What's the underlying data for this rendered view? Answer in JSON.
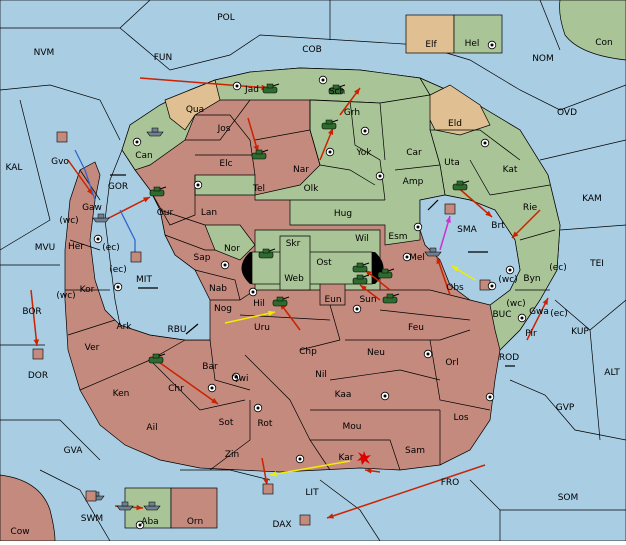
{
  "colors": {
    "sea": "#a9cde3",
    "neutral": "#cf9f80",
    "red_power": "#c48a7e",
    "green_power": "#a9c496",
    "tan_power": "#e0bf92",
    "neutral_land": "#c2c2c2",
    "unit_fill": "#708090",
    "red_move": "#cc2200",
    "yellow_move": "#eeee00",
    "blue_support": "#3366cc",
    "magenta_move": "#cc33cc"
  },
  "sea_labels": {
    "POL": "POL",
    "NVM": "NVM",
    "FUN": "FUN",
    "COB": "COB",
    "NOM": "NOM",
    "Con": "Con",
    "OVD": "OVD",
    "KAL": "KAL",
    "KAM": "KAM",
    "MVU": "MVU",
    "TEI": "TEI",
    "BOR": "BOR",
    "KUP": "KUP",
    "ALT": "ALT",
    "GVP": "GVP",
    "GVA": "GVA",
    "FRO": "FRO",
    "SOM": "SOM",
    "SWM": "SWM",
    "LIT": "LIT",
    "DAX": "DAX",
    "Cow": "Cow",
    "MIT": "MIT",
    "RBU": "RBU",
    "SMA": "SMA",
    "BUC": "BUC",
    "ROD": "ROD",
    "GOR": "GOR",
    "DOR": "DOR",
    "wc1": "(wc)",
    "ec1": "(ec)",
    "wc2": "(wc)",
    "ec2": "(ec)",
    "wc3": "(wc)",
    "wc4": "(wc)",
    "ec3": "(ec)",
    "ec4": "(ec)"
  },
  "land_labels": {
    "Elf": "Elf",
    "Hel": "Hel",
    "Jad": "Jad",
    "Sch": "Sch",
    "Qua": "Qua",
    "Jos": "Jos",
    "Grh": "Grh",
    "Eld": "Eld",
    "Can": "Can",
    "Elc": "Elc",
    "Nar": "Nar",
    "Yok": "Yok",
    "Car": "Car",
    "Uta": "Uta",
    "Kat": "Kat",
    "Gvo": "Gvo",
    "Gaw": "Gaw",
    "Tel": "Tel",
    "Olk": "Olk",
    "Amp": "Amp",
    "Rie": "Rie",
    "Brt": "Brt",
    "Gur": "Gur",
    "Lan": "Lan",
    "Hug": "Hug",
    "Her": "Her",
    "Nor": "Nor",
    "Skr": "Skr",
    "Wil": "Wil",
    "Esm": "Esm",
    "Sap": "Sap",
    "Ost": "Ost",
    "Web": "Web",
    "Mel": "Mel",
    "Byn": "Byn",
    "Kor": "Kor",
    "Nab": "Nab",
    "Eun": "Eun",
    "Sun": "Sun",
    "Obs": "Obs",
    "Gwa": "Gwa",
    "Nog": "Nog",
    "Hil": "Hil",
    "Ark": "Ark",
    "Uru": "Uru",
    "Feu": "Feu",
    "Pir": "Pir",
    "Ver": "Ver",
    "Chp": "Chp",
    "Neu": "Neu",
    "Bar": "Bar",
    "Qwi": "Qwi",
    "Nil": "Nil",
    "Orl": "Orl",
    "Ken": "Ken",
    "Chr": "Chr",
    "Kaa": "Kaa",
    "Ail": "Ail",
    "Sot": "Sot",
    "Rot": "Rot",
    "Los": "Los",
    "Mou": "Mou",
    "Zin": "Zin",
    "Sam": "Sam",
    "Kar": "Kar",
    "Aba": "Aba",
    "Orn": "Orn"
  }
}
